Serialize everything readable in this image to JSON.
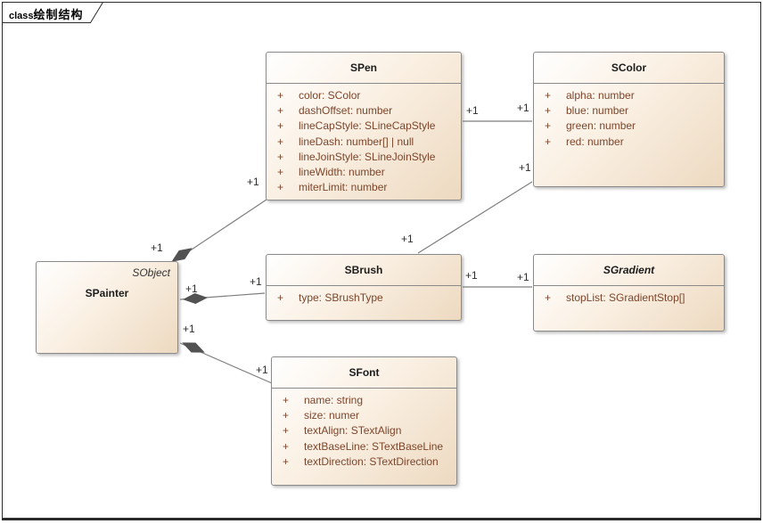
{
  "frame": {
    "keyword": "class",
    "title": "绘制结构"
  },
  "classes": [
    {
      "name": "SPen",
      "italic": false,
      "attributes": [
        {
          "visibility": "+",
          "text": "color: SColor"
        },
        {
          "visibility": "+",
          "text": "dashOffset: number"
        },
        {
          "visibility": "+",
          "text": "lineCapStyle: SLineCapStyle"
        },
        {
          "visibility": "+",
          "text": "lineDash: number[] | null"
        },
        {
          "visibility": "+",
          "text": "lineJoinStyle: SLineJoinStyle"
        },
        {
          "visibility": "+",
          "text": "lineWidth: number"
        },
        {
          "visibility": "+",
          "text": "miterLimit: number"
        }
      ]
    },
    {
      "name": "SColor",
      "italic": false,
      "attributes": [
        {
          "visibility": "+",
          "text": "alpha: number"
        },
        {
          "visibility": "+",
          "text": "blue: number"
        },
        {
          "visibility": "+",
          "text": "green: number"
        },
        {
          "visibility": "+",
          "text": "red: number"
        }
      ]
    },
    {
      "name": "SPainter",
      "italic": false,
      "corner_label": "SObject",
      "compartment": false,
      "attributes": []
    },
    {
      "name": "SBrush",
      "italic": false,
      "attributes": [
        {
          "visibility": "+",
          "text": "type: SBrushType"
        }
      ]
    },
    {
      "name": "SGradient",
      "italic": true,
      "attributes": [
        {
          "visibility": "+",
          "text": "stopList: SGradientStop[]"
        }
      ]
    },
    {
      "name": "SFont",
      "italic": false,
      "attributes": [
        {
          "visibility": "+",
          "text": "name: string"
        },
        {
          "visibility": "+",
          "text": "size: numer"
        },
        {
          "visibility": "+",
          "text": "textAlign: STextAlign"
        },
        {
          "visibility": "+",
          "text": "textBaseLine: STextBaseLine"
        },
        {
          "visibility": "+",
          "text": "textDirection: STextDirection"
        }
      ]
    }
  ],
  "relations": [
    {
      "from": "SPainter",
      "to": "SPen",
      "type": "composition",
      "from_label": "+1",
      "to_label": "+1"
    },
    {
      "from": "SPen",
      "to": "SColor",
      "type": "association",
      "from_label": "+1",
      "to_label": "+1"
    },
    {
      "from": "SBrush",
      "to": "SColor",
      "type": "association",
      "from_label": "+1",
      "to_label": "+1"
    },
    {
      "from": "SPainter",
      "to": "SBrush",
      "type": "composition",
      "from_label": "+1",
      "to_label": "+1"
    },
    {
      "from": "SBrush",
      "to": "SGradient",
      "type": "association",
      "from_label": "+1",
      "to_label": "+1"
    },
    {
      "from": "SPainter",
      "to": "SFont",
      "type": "composition",
      "from_label": "+1",
      "to_label": "+1"
    }
  ],
  "colors": {
    "box_fill_light": "#ffffff",
    "box_fill_dark": "#edd9c0",
    "box_border": "#8a8a8a",
    "attr_text": "#7d452b",
    "title_text": "#1c1c1c",
    "relation_line": "#7f7f7f",
    "composition_diamond": "#525252",
    "frame_border": "#2b2b2b"
  }
}
